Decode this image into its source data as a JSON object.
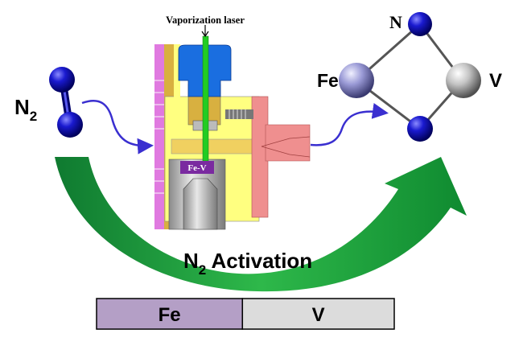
{
  "molecule": {
    "label_main": "N",
    "label_sub": "2"
  },
  "apparatus": {
    "laser_label": "Vaporization laser",
    "target_label": "Fe-V"
  },
  "cluster": {
    "atom_n": "N",
    "atom_fe": "Fe",
    "atom_v": "V"
  },
  "process": {
    "label_main": "N",
    "label_sub": "2",
    "label_rest": " Activation"
  },
  "composition_bar": {
    "left_label": "Fe",
    "right_label": "V",
    "fe_fraction": 0.49,
    "colors": {
      "fe": "#b49fc6",
      "v": "#dcdcdc"
    }
  },
  "colors": {
    "nitrogen": "#1010c0",
    "iron": "#9b9bd6",
    "vanadium": "#c8c8c8",
    "arrow_green": "#1a9a3a",
    "arrow_blue": "#3a2fd0",
    "laser": "#22cc22"
  }
}
